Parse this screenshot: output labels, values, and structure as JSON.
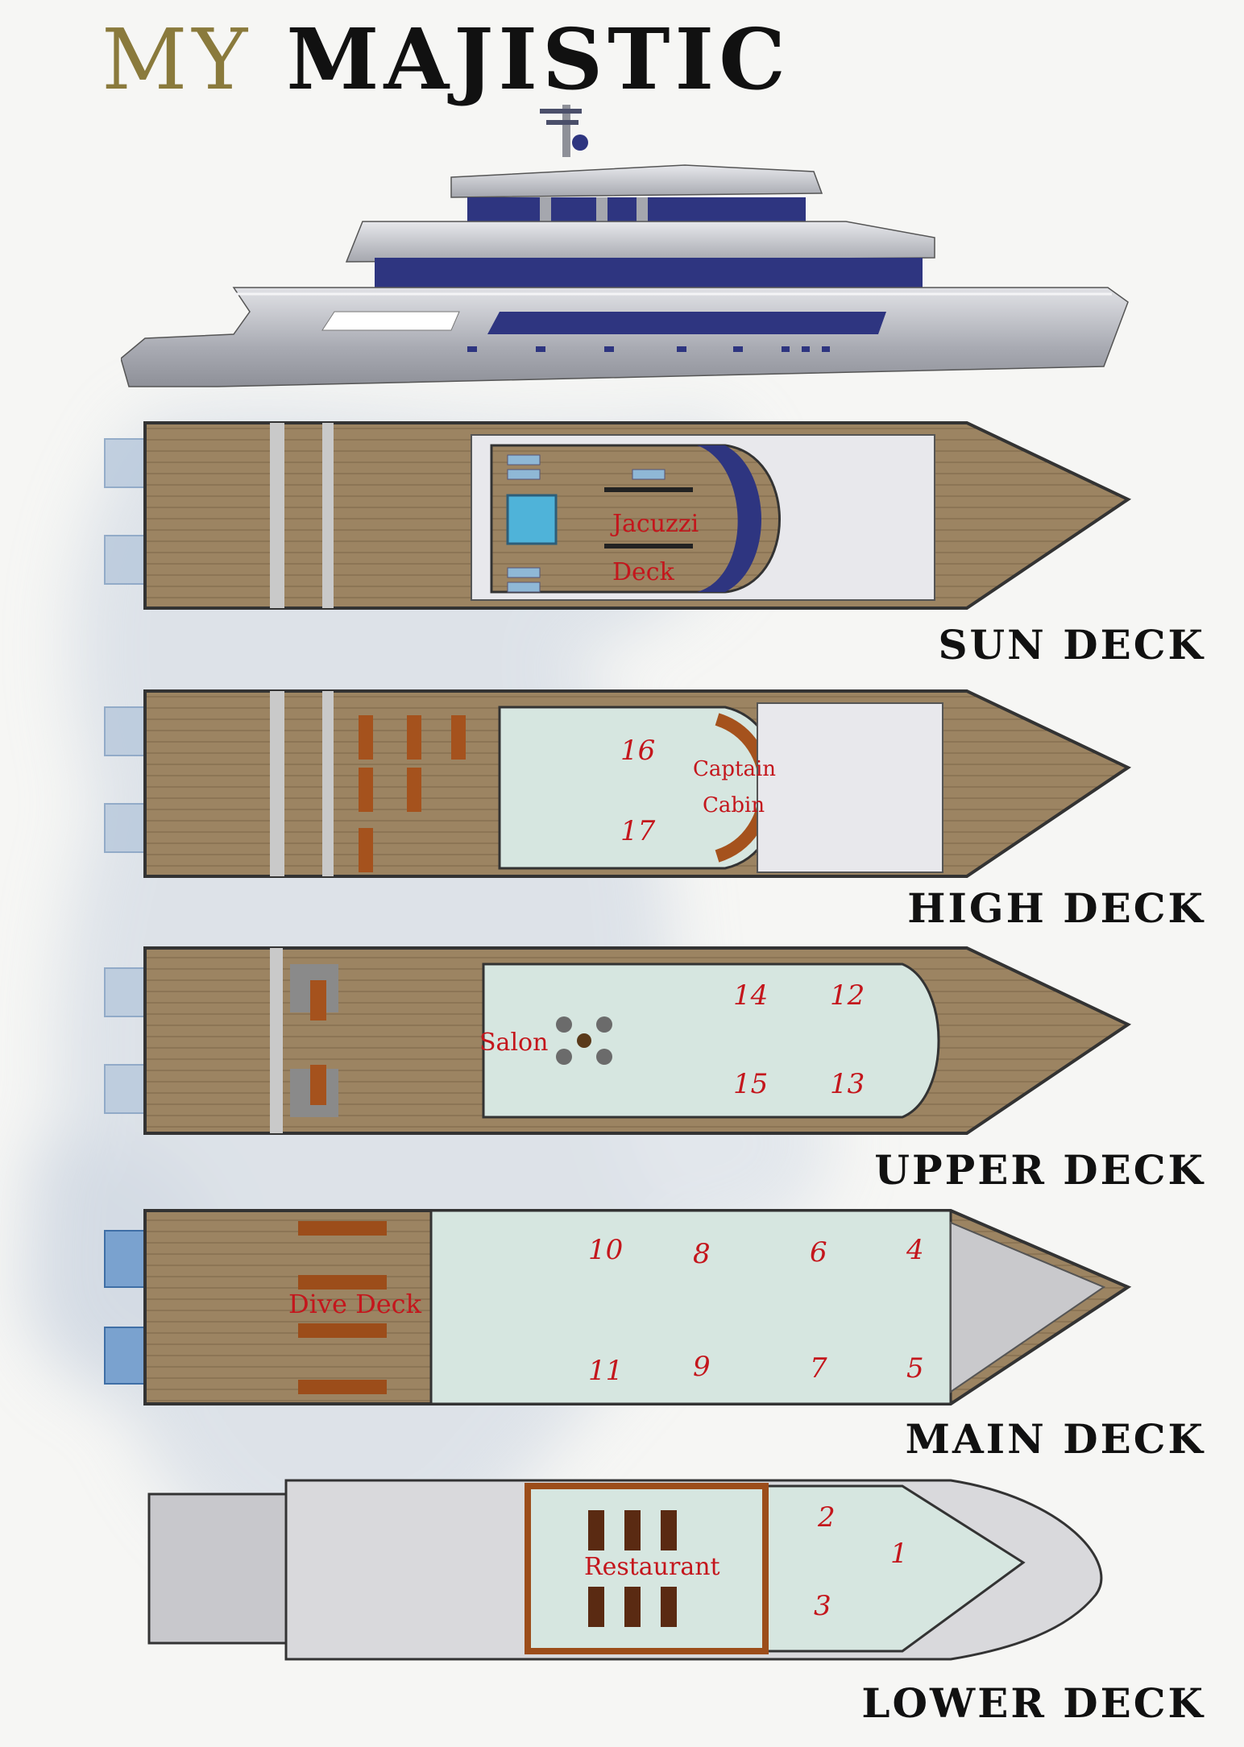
{
  "title": {
    "prefix": "MY",
    "name": "MAJISTIC"
  },
  "colors": {
    "title_prefix": "#8a7a3c",
    "label_red": "#c4161c",
    "hull_navy": "#2e3580",
    "wood_deck": "#9c8462",
    "cabin_floor": "#d6e6e0",
    "tender_blue": "#5b86b8"
  },
  "decks": {
    "sun": {
      "name": "SUN DECK",
      "areas": [
        "Jacuzzi",
        "Deck"
      ]
    },
    "high": {
      "name": "HIGH DECK",
      "areas": [
        "Captain",
        "Cabin"
      ],
      "cabins": [
        "16",
        "17"
      ]
    },
    "upper": {
      "name": "UPPER DECK",
      "areas": [
        "Salon"
      ],
      "cabins": [
        "14",
        "12",
        "15",
        "13"
      ]
    },
    "main": {
      "name": "MAIN DECK",
      "areas": [
        "Dive Deck"
      ],
      "cabins": [
        "10",
        "8",
        "6",
        "4",
        "11",
        "9",
        "7",
        "5"
      ]
    },
    "lower": {
      "name": "LOWER DECK",
      "areas": [
        "Restaurant"
      ],
      "cabins": [
        "2",
        "1",
        "3"
      ]
    }
  }
}
